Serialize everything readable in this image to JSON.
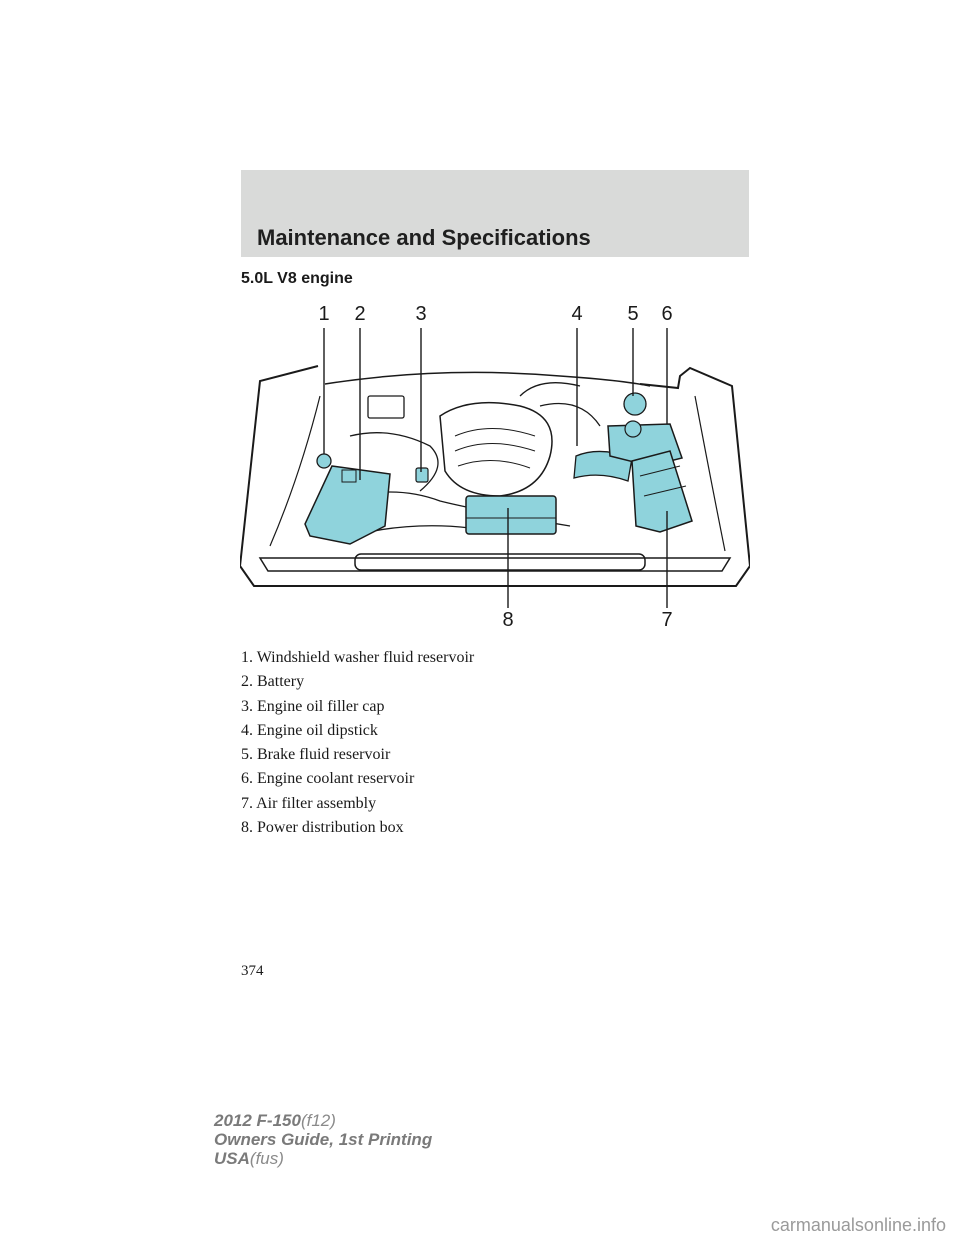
{
  "header": {
    "title": "Maintenance and Specifications"
  },
  "section": {
    "title": "5.0L V8 engine"
  },
  "diagram": {
    "callouts": [
      "1",
      "2",
      "3",
      "4",
      "5",
      "6",
      "7",
      "8"
    ],
    "highlight_color": "#8fd3dc",
    "line_color": "#1a1a1a"
  },
  "legend": [
    "1. Windshield washer fluid reservoir",
    "2. Battery",
    "3. Engine oil filler cap",
    "4. Engine oil dipstick",
    "5. Brake fluid reservoir",
    "6. Engine coolant reservoir",
    "7. Air filter assembly",
    "8. Power distribution box"
  ],
  "page_number": "374",
  "footer": {
    "line1_bold": "2012 F-150",
    "line1_code": "(f12)",
    "line2": "Owners Guide, 1st Printing",
    "line3_bold": "USA",
    "line3_code": "(fus)"
  },
  "watermark": "carmanualsonline.info"
}
